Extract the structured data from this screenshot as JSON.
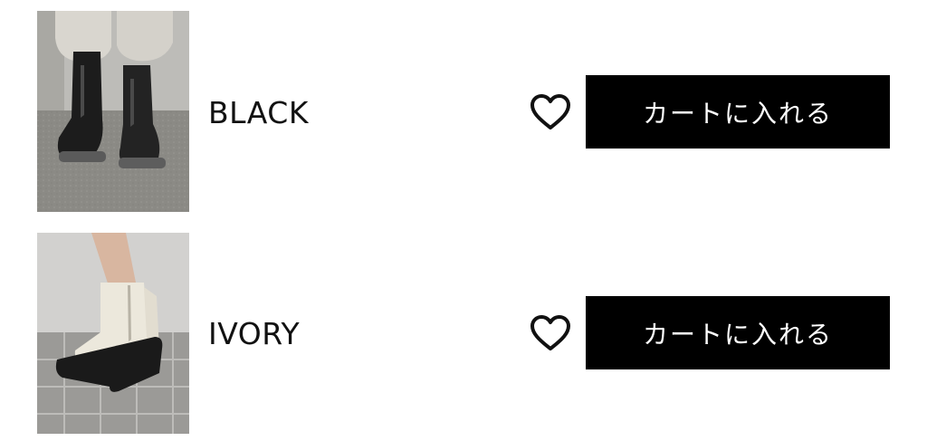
{
  "variants": [
    {
      "color": "BLACK",
      "cart_label": "カートに入れる",
      "favorite_icon": "heart-outline-icon",
      "image": "black-boots-photo"
    },
    {
      "color": "IVORY",
      "cart_label": "カートに入れる",
      "favorite_icon": "heart-outline-icon",
      "image": "ivory-boots-photo"
    }
  ],
  "colors": {
    "button_bg": "#000000",
    "button_text": "#ffffff",
    "text": "#111111",
    "background": "#ffffff"
  }
}
